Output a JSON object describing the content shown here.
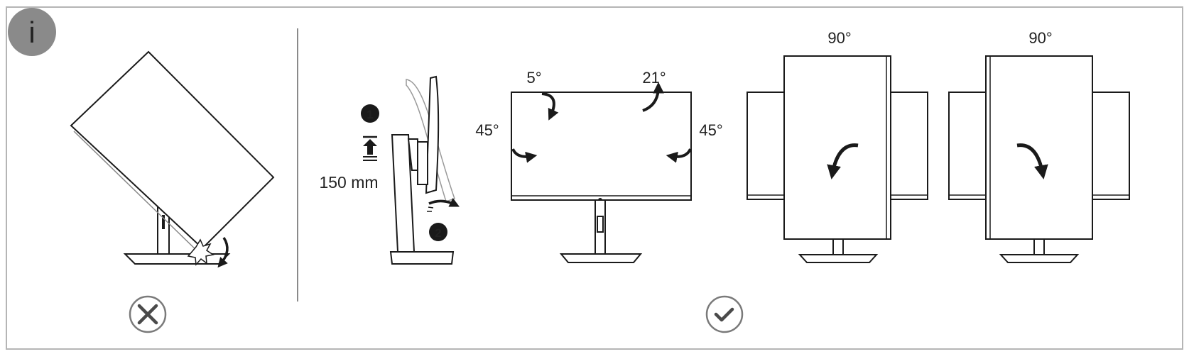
{
  "info_badge": {
    "glyph": "i",
    "color": "#8a8a8a"
  },
  "lift": {
    "step": "1",
    "height_label": "150 mm"
  },
  "swivel": {
    "step": "2"
  },
  "tilt": {
    "forward": "5°",
    "backward": "21°"
  },
  "swivel_angle": {
    "left": "45°",
    "right": "45°"
  },
  "pivot": {
    "left": "90°",
    "right": "90°"
  },
  "wrong_icon": "x-circle-icon",
  "correct_icon": "check-circle-icon",
  "colors": {
    "line": "#1a1a1a",
    "frame": "#b5b5b5",
    "badge": "#8a8a8a"
  }
}
